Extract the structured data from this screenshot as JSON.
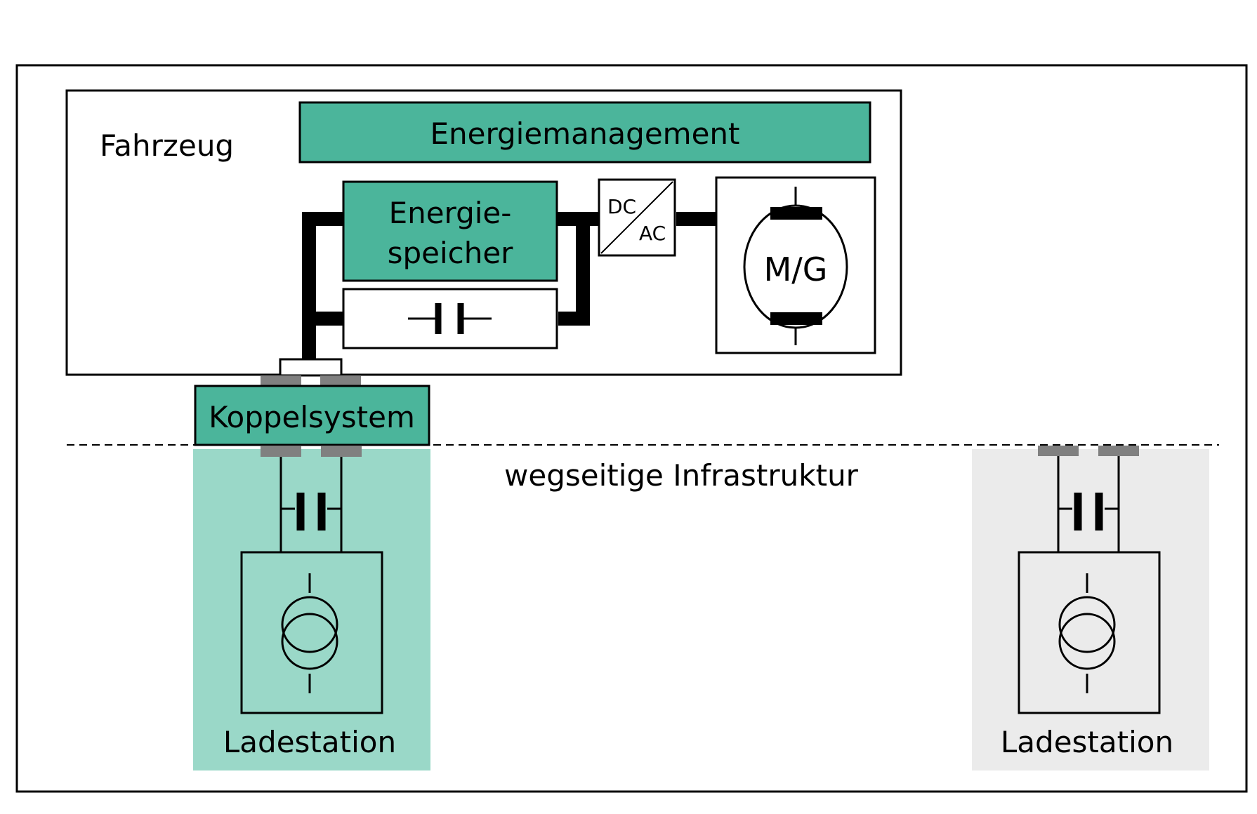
{
  "labels": {
    "vehicle": "Fahrzeug",
    "energy_management": "Energiemanagement",
    "storage_line1": "Energie-",
    "storage_line2": "speicher",
    "converter_dc": "DC",
    "converter_ac": "AC",
    "motor": "M/G",
    "coupling": "Koppelsystem",
    "infrastructure": "wegseitige Infrastruktur",
    "station_active": "Ladestation",
    "station_inactive": "Ladestation"
  },
  "colors": {
    "teal": "#4bb59b",
    "teal_light": "#9ad8c8",
    "grey_bg": "#ebebeb",
    "contact": "#808080",
    "line": "#000000"
  },
  "icons": {
    "capacitor": "capacitor-icon",
    "transformer": "transformer-icon",
    "motor": "motor-generator-icon",
    "converter": "dc-ac-converter-icon"
  }
}
